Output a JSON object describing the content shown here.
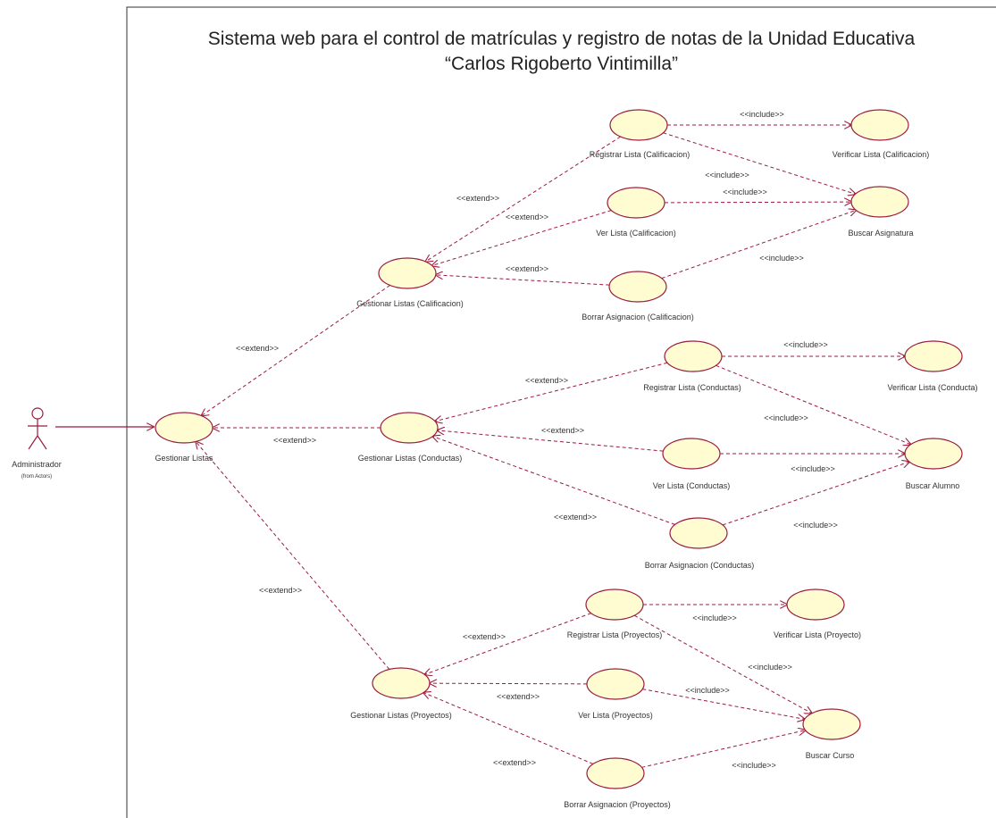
{
  "title": {
    "line1": "Sistema web para el control de matrículas y registro de notas de la Unidad Educativa",
    "line2": "“Carlos Rigoberto Vintimilla”"
  },
  "colors": {
    "usecase_fill": "#fffcd2",
    "usecase_stroke": "#9b1b3d",
    "relation": "#9b1b3d",
    "frame": "#333333"
  },
  "actor": {
    "name": "Administrador",
    "package": "(from Actors)"
  },
  "use_cases": {
    "gestionar_listas": "Gestionar Listas",
    "gl_calificacion": "Gestionar Listas (Calificacion)",
    "gl_conductas": "Gestionar Listas (Conductas)",
    "gl_proyectos": "Gestionar Listas (Proyectos)",
    "registrar_calificacion": "Registrar Lista (Calificacion)",
    "ver_calificacion": "Ver Lista (Calificacion)",
    "borrar_calificacion": "Borrar Asignacion (Calificacion)",
    "verificar_calificacion": "Verificar Lista (Calificacion)",
    "buscar_asignatura": "Buscar Asignatura",
    "registrar_conductas": "Registrar Lista (Conductas)",
    "ver_conductas": "Ver Lista (Conductas)",
    "borrar_conductas": "Borrar Asignacion (Conductas)",
    "verificar_conducta": "Verificar Lista (Conducta)",
    "buscar_alumno": "Buscar Alumno",
    "registrar_proyectos": "Registrar Lista (Proyectos)",
    "ver_proyectos": "Ver Lista (Proyectos)",
    "borrar_proyectos": "Borrar Asignacion (Proyectos)",
    "verificar_proyecto": "Verificar Lista (Proyecto)",
    "buscar_curso": "Buscar Curso"
  },
  "stereotypes": {
    "extend": "<<extend>>",
    "include": "<<include>>",
    "include_alt": "<<include>>"
  }
}
